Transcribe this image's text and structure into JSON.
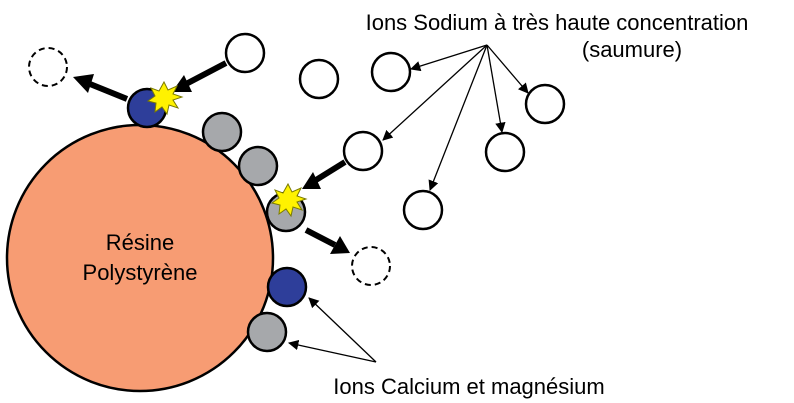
{
  "resin": {
    "line1": "Résine",
    "line2": "Polystyrène"
  },
  "sodium_label": {
    "line1": "Ions Sodium à très haute concentration",
    "line2": "(saumure)"
  },
  "calcium_label": "Ions Calcium et magnésium",
  "colors": {
    "resin_fill": "#F79C73",
    "calcium_ion": "#2E3E9A",
    "magnesium_ion": "#A6A8AB",
    "spark": "#FFF200",
    "stroke": "#000000"
  }
}
